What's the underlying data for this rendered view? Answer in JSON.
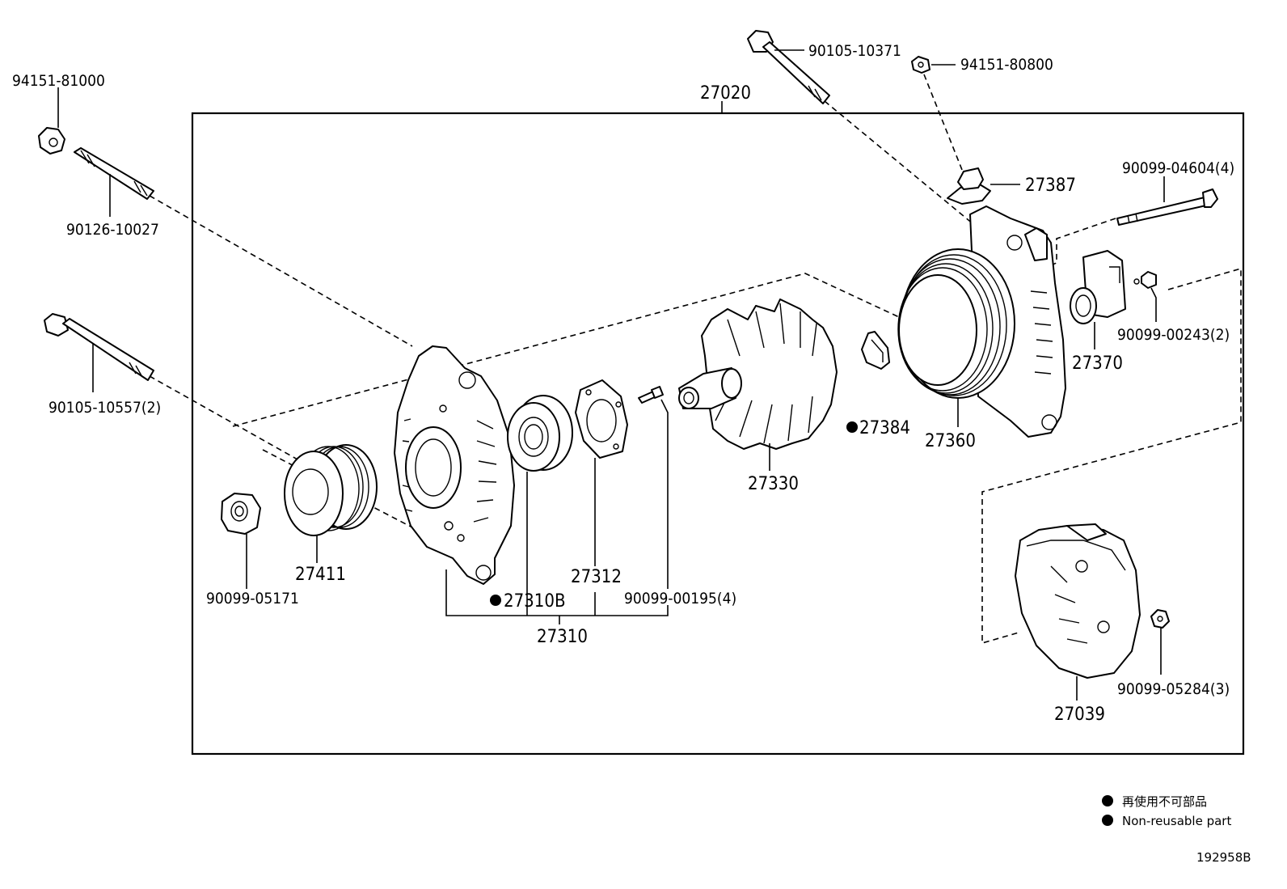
{
  "diagram": {
    "assembly_number": "27020",
    "drawing_number": "192958B",
    "legend": {
      "ja": "再使用不可部品",
      "en": "Non-reusable part"
    },
    "parts": {
      "p94151_81000": "94151-81000",
      "p90126_10027": "90126-10027",
      "p90105_10557": "90105-10557(2)",
      "p90105_10371": "90105-10371",
      "p94151_80800": "94151-80800",
      "p27387": "27387",
      "p90099_04604": "90099-04604(4)",
      "p90099_00243": "90099-00243(2)",
      "p27370": "27370",
      "p27360": "27360",
      "p27384": "27384",
      "p27330": "27330",
      "p27411": "27411",
      "p90099_05171": "90099-05171",
      "p27310B": "27310B",
      "p27312": "27312",
      "p90099_00195": "90099-00195(4)",
      "p27310": "27310",
      "p27039": "27039",
      "p90099_05284": "90099-05284(3)"
    }
  }
}
